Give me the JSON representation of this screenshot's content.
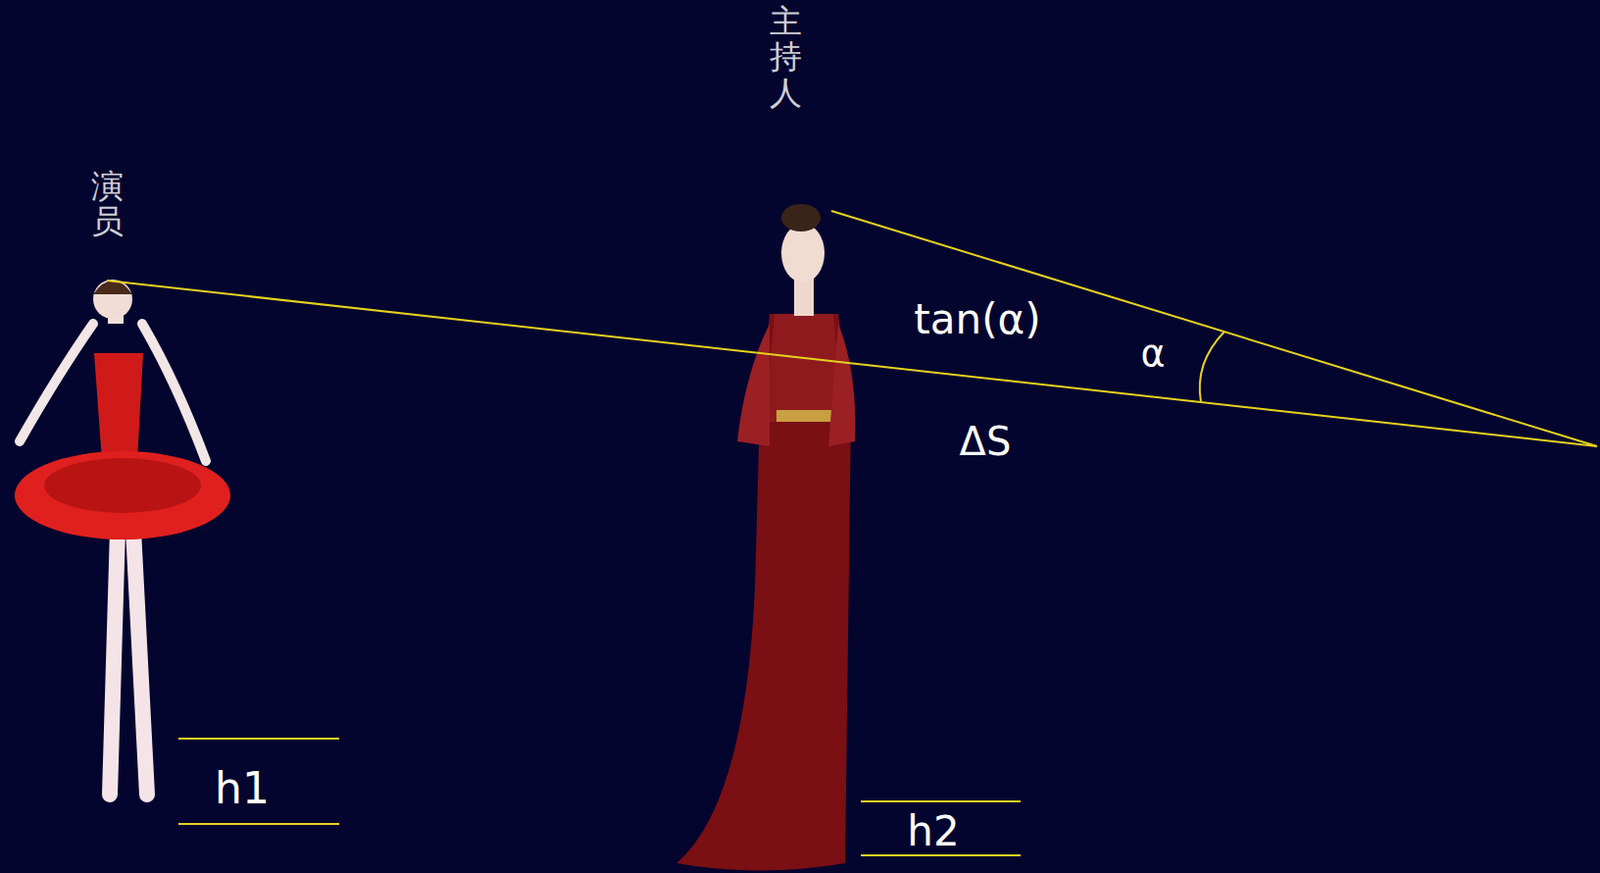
{
  "diagram": {
    "labels": [
      "演员",
      "主持人",
      "tan(α)",
      "α",
      "ΔS",
      "h1",
      "h2"
    ]
  }
}
